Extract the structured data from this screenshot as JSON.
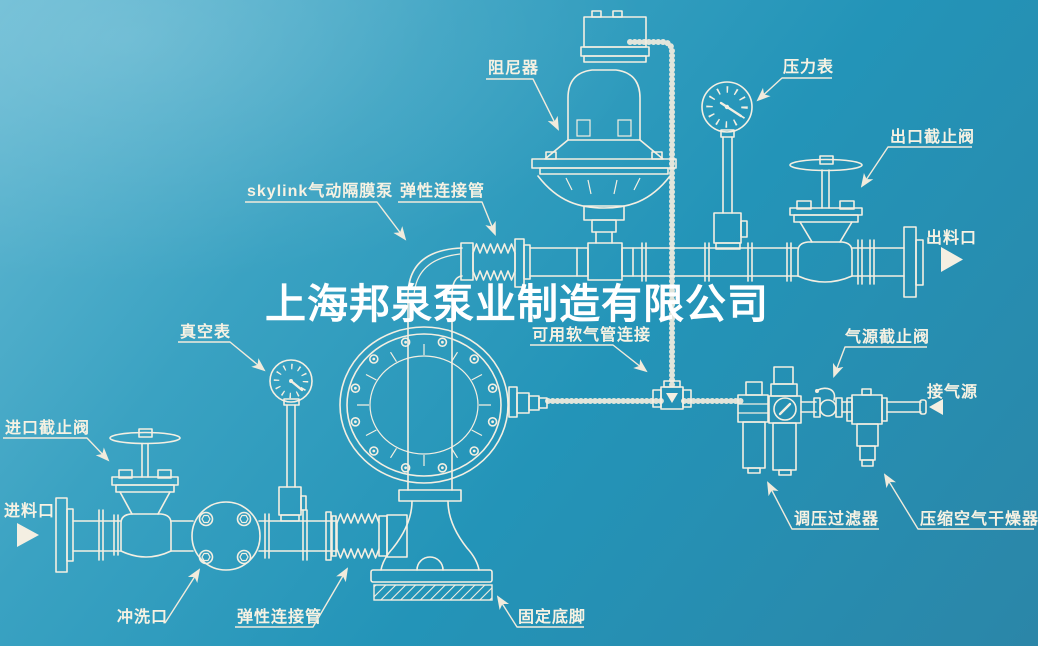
{
  "watermark": {
    "text": "上海邦泉泵业制造有限公司"
  },
  "labels": {
    "damper": "阻尼器",
    "pressure_gauge": "压力表",
    "outlet_stop_valve": "出口截止阀",
    "discharge_port": "出料口",
    "pump": "skylink气动隔膜泵",
    "flex_connector_top": "弹性连接管",
    "soft_hose_note": "可用软气管连接",
    "air_stop_valve": "气源截止阀",
    "air_source": "接气源",
    "vacuum_gauge": "真空表",
    "regulator_filter": "调压过滤器",
    "air_dryer": "压缩空气干燥器",
    "inlet_stop_valve": "进口截止阀",
    "inlet_port": "进料口",
    "flush_port": "冲洗口",
    "flex_connector_bottom": "弹性连接管",
    "fixed_base": "固定底脚"
  },
  "colors": {
    "background_light": "#66bad3",
    "background_mid": "#2394b8",
    "background_deep": "#2b86a8",
    "line": "#f4efe2",
    "watermark": "#ffffff"
  }
}
